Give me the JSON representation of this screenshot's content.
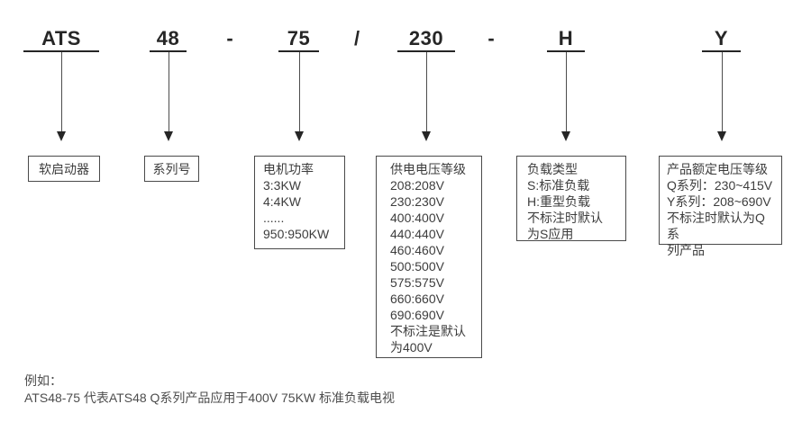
{
  "diagram": {
    "title_semantic": "ATS48 soft starter model number nomenclature",
    "code_parts": [
      {
        "label": "ATS"
      },
      {
        "label": "48"
      },
      {
        "label": "75"
      },
      {
        "label": "230"
      },
      {
        "label": "H"
      },
      {
        "label": "Y"
      }
    ],
    "separators": [
      "-",
      "/",
      "-"
    ],
    "definitions": [
      {
        "lines": [
          "软启动器"
        ]
      },
      {
        "lines": [
          "系列号"
        ]
      },
      {
        "lines": [
          "电机功率",
          "3:3KW",
          "4:4KW",
          "......",
          "950:950KW"
        ]
      },
      {
        "lines": [
          "供电电压等级",
          "208:208V",
          "230:230V",
          "400:400V",
          "440:440V",
          "460:460V",
          "500:500V",
          "575:575V",
          "660:660V",
          "690:690V",
          "不标注是默认",
          "为400V"
        ]
      },
      {
        "lines": [
          "负载类型",
          "S:标准负载",
          "H:重型负载",
          "不标注时默认",
          "为S应用"
        ]
      },
      {
        "lines": [
          "产品额定电压等级",
          "Q系列：230~415V",
          "Y系列：208~690V",
          "不标注时默认为Q系",
          "列产品"
        ]
      }
    ],
    "example": {
      "lines": [
        "例如：",
        "ATS48-75 代表ATS48 Q系列产品应用于400V 75KW 标准负载电视"
      ]
    }
  },
  "colors": {
    "background": "#ffffff",
    "label_text": "#262626",
    "connector_line": "#4d4d4d",
    "box_border": "#4a4a4a",
    "box_text": "#3d3d3d",
    "example_text": "#4d4d4d"
  }
}
